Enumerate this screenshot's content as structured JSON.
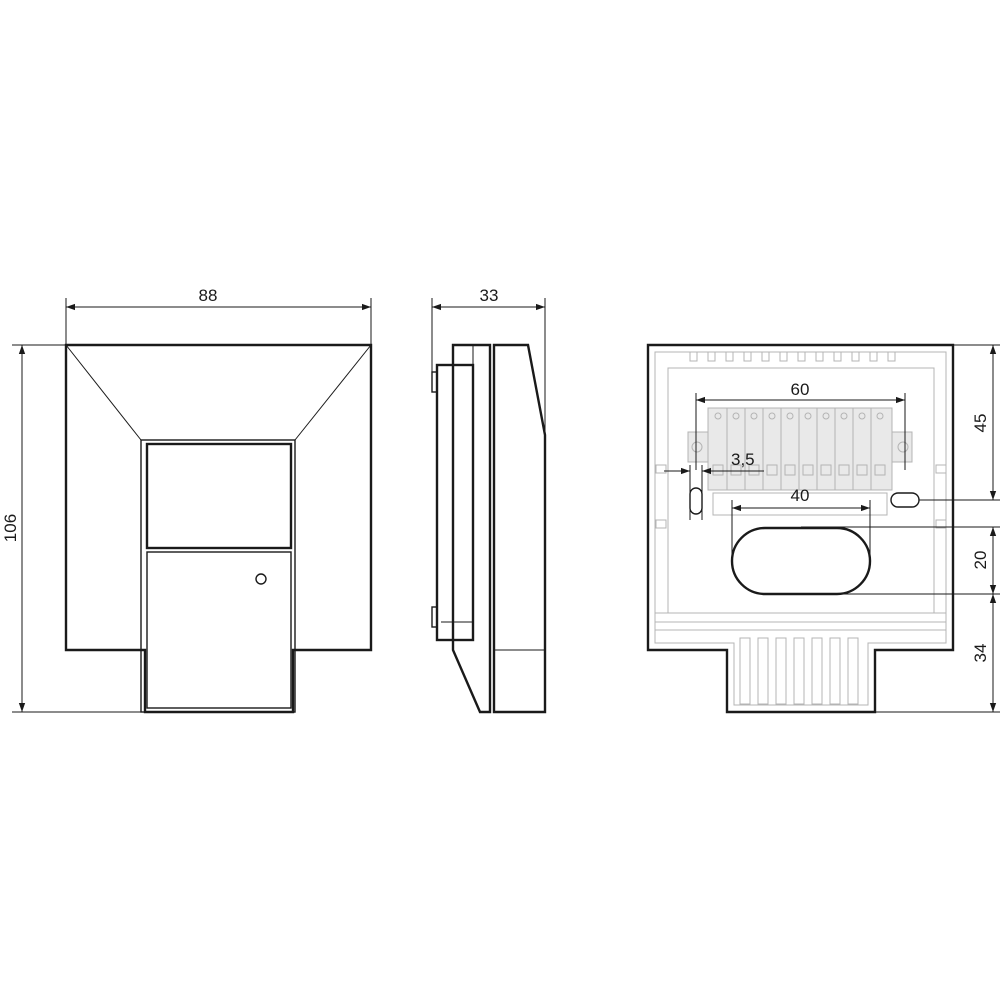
{
  "dimensions": {
    "front_width": "88",
    "front_height": "106",
    "side_depth": "33",
    "back_screw_spacing": "60",
    "back_screw_hole": "3,5",
    "back_opening_width": "40",
    "back_top_to_holes": "45",
    "back_opening_height": "20",
    "back_bottom_part": "34"
  },
  "colors": {
    "line": "#1a1a1a",
    "ghost_line": "#b4b4b4",
    "opening_fill": "#a8a8a8"
  }
}
